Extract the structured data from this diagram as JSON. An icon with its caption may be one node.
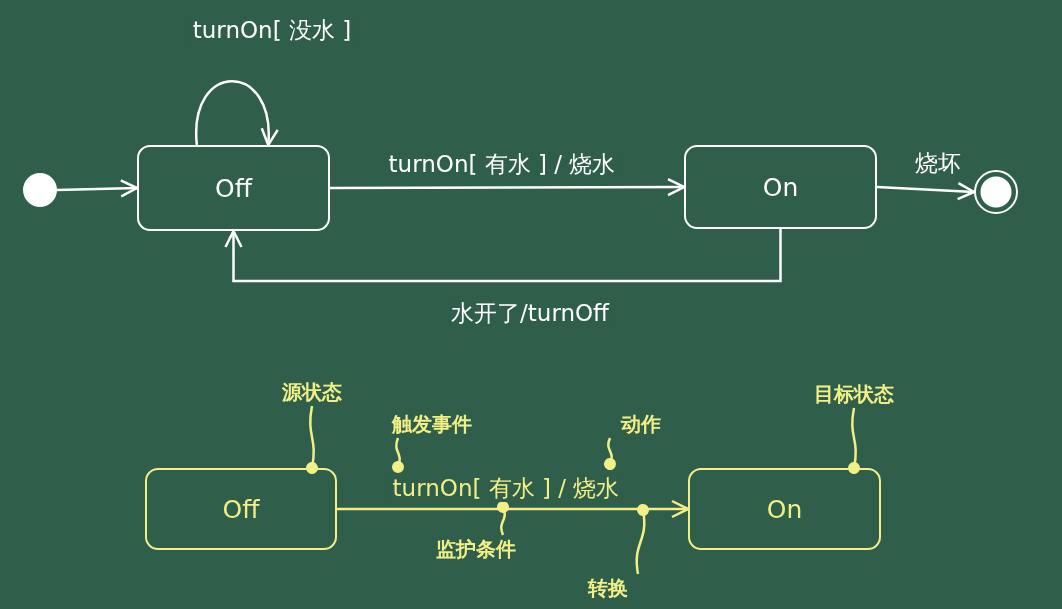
{
  "diagram": {
    "nodes": [
      {
        "text": [],
        "shape": "circle"
      },
      {
        "text": [
          "Off"
        ]
      },
      {
        "text": [
          "On"
        ]
      },
      {
        "text": [],
        "shape": "circle"
      },
      {
        "text": [
          "Off"
        ]
      },
      {
        "text": [
          "On"
        ]
      },
      {
        "text": [
          "源状态"
        ]
      },
      {
        "text": [
          "触发事件"
        ]
      },
      {
        "text": [
          "动作"
        ]
      },
      {
        "text": [
          "目标状态"
        ]
      },
      {
        "text": [
          "监护条件"
        ]
      },
      {
        "text": [
          "转换"
        ]
      }
    ],
    "edges": [
      {
        "from": 0,
        "to": 1,
        "arrow": "to",
        "color": "#ffffff"
      },
      {
        "from": 1,
        "to": 1,
        "arrow": "to",
        "label": "turnOn[ 没水 ]",
        "color": "#ffffff"
      },
      {
        "from": 1,
        "to": 2,
        "arrow": "to",
        "label": "turnOn[ 有水 ] / 烧水",
        "color": "#ffffff"
      },
      {
        "from": 2,
        "to": 3,
        "arrow": "to",
        "label": "烧坏",
        "color": "#ffffff"
      },
      {
        "from": 2,
        "to": 1,
        "arrow": "to",
        "label": "水开了/turnOff",
        "color": "#ffffff"
      },
      {
        "from": 4,
        "to": 5,
        "arrow": "to",
        "label": "turnOn[ 有水 ] / 烧水"
      },
      {
        "from": 6,
        "to": 4,
        "arrow": "other"
      },
      {
        "from": 7,
        "to": null,
        "arrow": "other"
      },
      {
        "from": 8,
        "to": null,
        "arrow": "other"
      },
      {
        "from": 9,
        "to": 5,
        "arrow": "other"
      },
      {
        "from": 10,
        "to": null,
        "arrow": "other"
      },
      {
        "from": 11,
        "to": null,
        "arrow": "other"
      }
    ]
  }
}
